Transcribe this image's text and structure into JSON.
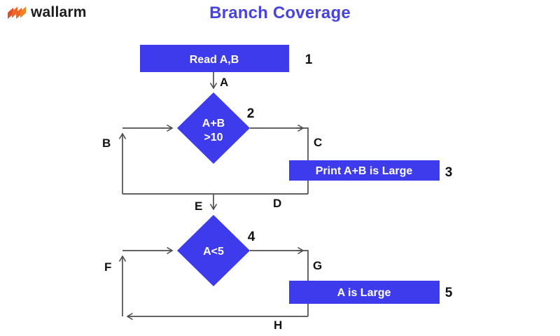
{
  "header": {
    "logo_text": "wallarm",
    "title": "Branch Coverage"
  },
  "colors": {
    "node_blue": "#3e3bec",
    "title_blue": "#4843df",
    "line_gray": "#4d4d4d",
    "label_black": "#111111",
    "logo_red": "#e54e2a",
    "logo_orange": "#f0721f"
  },
  "flowchart": {
    "nodes": {
      "read": {
        "label": "Read A,B",
        "number": "1"
      },
      "decision1": {
        "line1": "A+B",
        "line2": ">10",
        "number": "2"
      },
      "print_ab": {
        "label": "Print A+B is Large",
        "number": "3"
      },
      "decision2": {
        "label": "A<5",
        "number": "4"
      },
      "print_a": {
        "label": "A is Large",
        "number": "5"
      }
    },
    "edge_labels": {
      "a": "A",
      "b": "B",
      "c": "C",
      "d": "D",
      "e": "E",
      "f": "F",
      "g": "G",
      "h": "H"
    }
  }
}
